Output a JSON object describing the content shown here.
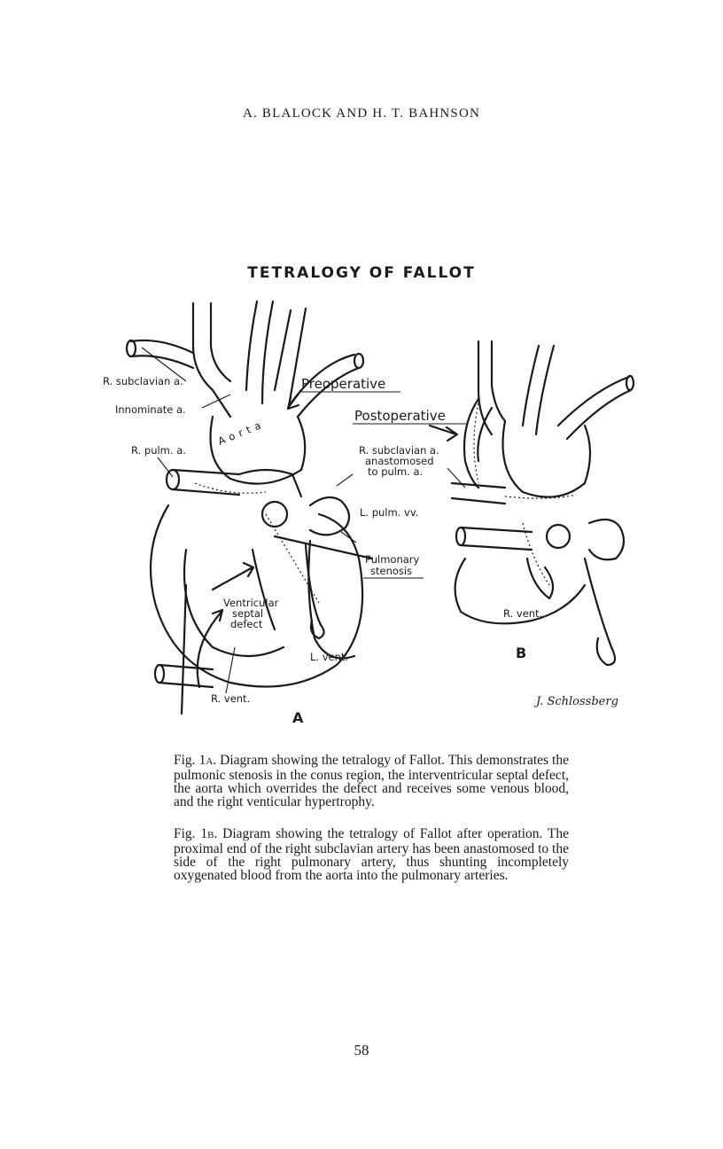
{
  "header": {
    "running_head": "A. BLALOCK AND H. T. BAHNSON"
  },
  "figure": {
    "title": "TETRALOGY OF FALLOT",
    "panel_a": {
      "letter": "A",
      "heading": "Preoperative",
      "labels": {
        "r_subclavian": "R. subclavian a.",
        "innominate": "Innominate a.",
        "aorta": "Aorta",
        "r_pulm": "R. pulm. a.",
        "l_pulm_vv": "L. pulm. vv.",
        "pulmonary_stenosis_1": "Pulmonary",
        "pulmonary_stenosis_2": "stenosis",
        "vsd_1": "Ventricular",
        "vsd_2": "septal",
        "vsd_3": "defect",
        "l_vent": "L. vent.",
        "r_vent": "R. vent."
      }
    },
    "panel_b": {
      "letter": "B",
      "heading": "Postoperative",
      "labels": {
        "anastomosis_1": "R. subclavian a.",
        "anastomosis_2": "anastomosed",
        "anastomosis_3": "to pulm. a.",
        "r_vent": "R. vent."
      }
    },
    "signature": "J. Schlossberg"
  },
  "captions": {
    "fig_1a_label": "Fig. 1",
    "fig_1a_letter": "A",
    "fig_1a_text": ". Diagram showing the tetralogy of Fallot. This demonstrates the pulmonic stenosis in the conus region, the interventricular septal defect, the aorta which overrides the defect and receives some venous blood, and the right venticular hypertrophy.",
    "fig_1b_label": "Fig. 1",
    "fig_1b_letter": "B",
    "fig_1b_text": ". Diagram showing the tetralogy of Fallot after operation. The proximal end of the right subclavian artery has been anastomosed to the side of the right pulmonary artery, thus shunting incompletely oxygenated blood from the aorta into the pulmonary arteries."
  },
  "page": {
    "number": "58"
  }
}
